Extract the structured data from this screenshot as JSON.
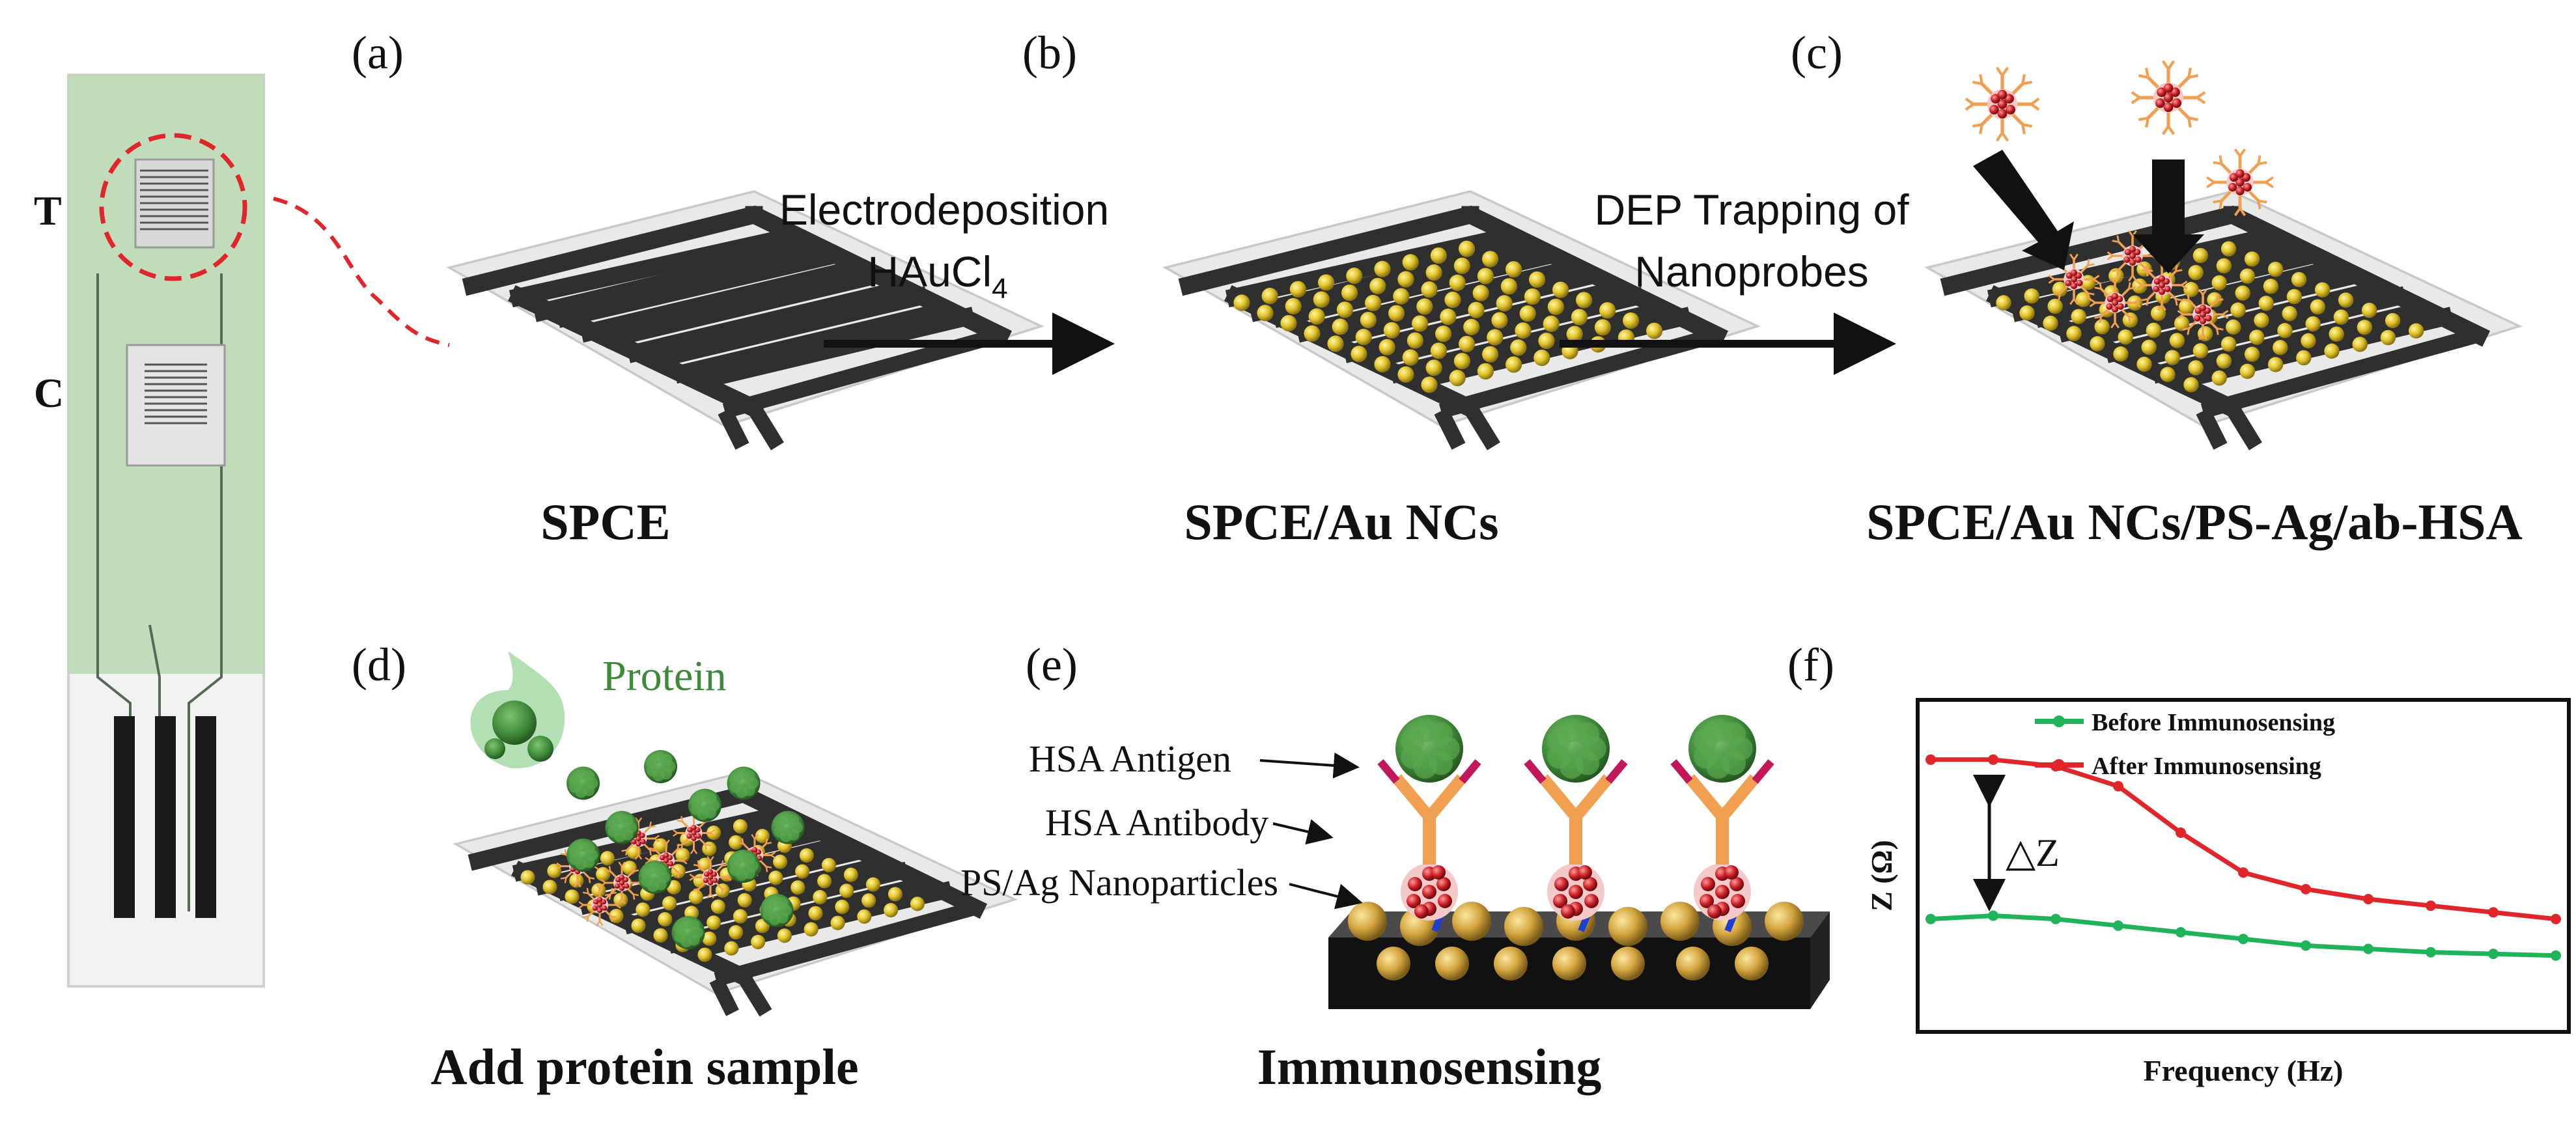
{
  "strip": {
    "label_t": "T",
    "label_c": "C"
  },
  "panels": {
    "a": {
      "tag": "(a)",
      "caption": "SPCE"
    },
    "b": {
      "tag": "(b)",
      "caption": "SPCE/Au NCs"
    },
    "c": {
      "tag": "(c)",
      "caption": "SPCE/Au NCs/PS-Ag/ab-HSA"
    },
    "d": {
      "tag": "(d)",
      "caption": "Add protein sample",
      "protein_label": "Protein"
    },
    "e": {
      "tag": "(e)",
      "caption": "Immunosensing",
      "labels": [
        "HSA Antigen",
        "HSA Antibody",
        "PS/Ag Nanoparticles"
      ]
    },
    "f": {
      "tag": "(f)"
    }
  },
  "arrows": {
    "ab_line1": "Electrodeposition",
    "ab_line2": "HAuCl",
    "ab_sub": "4",
    "bc_line1": "DEP Trapping of",
    "bc_line2": "Nanoprobes"
  },
  "colors": {
    "strip_green": "#b9d8b0",
    "electrode_dark": "#2f2f2f",
    "gold": "#e0c22a",
    "antibody": "#f0a050",
    "protein_green": "#3f8a3a",
    "series_before": "#1fb35a",
    "series_after": "#e0262a"
  },
  "chart_data": {
    "type": "line",
    "xlabel": "Frequency (Hz)",
    "ylabel": "Z (Ω)",
    "annotation": "△Z",
    "legend_position": "top-right",
    "grid": false,
    "x": [
      0,
      1,
      2,
      3,
      4,
      5,
      6,
      7,
      8,
      9,
      10
    ],
    "series": [
      {
        "name": "Before Immunosensing",
        "color": "#1fb35a",
        "values": [
          0.34,
          0.35,
          0.34,
          0.32,
          0.3,
          0.28,
          0.26,
          0.25,
          0.24,
          0.235,
          0.23
        ]
      },
      {
        "name": "After Immunosensing",
        "color": "#e0262a",
        "values": [
          0.82,
          0.82,
          0.8,
          0.74,
          0.6,
          0.48,
          0.43,
          0.4,
          0.38,
          0.36,
          0.34
        ]
      }
    ],
    "ylim": [
      0,
      1
    ]
  }
}
